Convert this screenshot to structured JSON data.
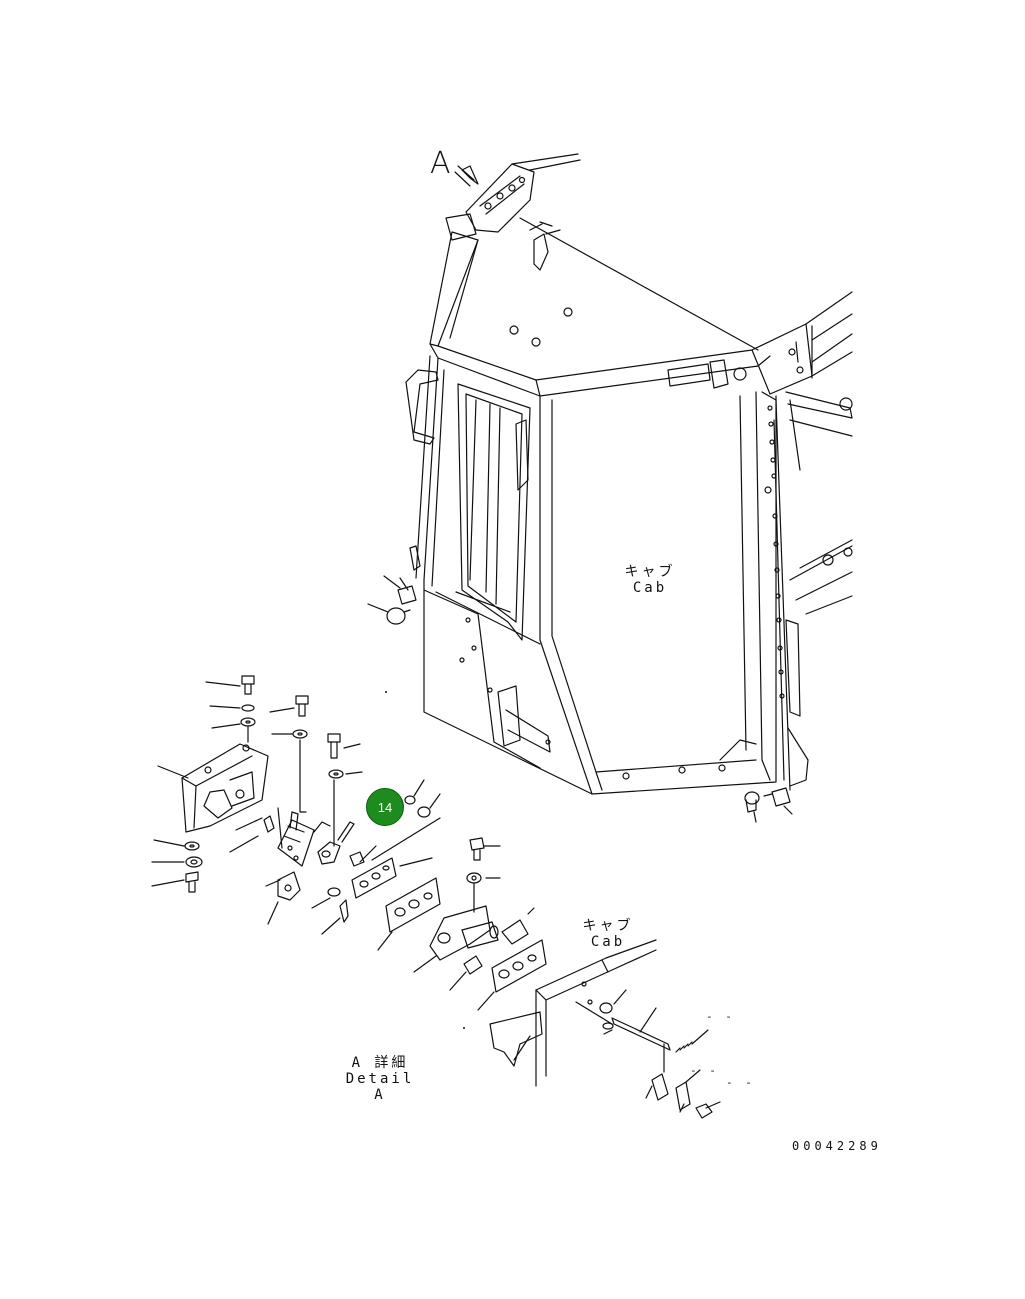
{
  "labels": {
    "view_a": "A",
    "cab_main_jp": "キャブ",
    "cab_main_en": "Cab",
    "cab_detail_jp": "キャブ",
    "cab_detail_en": "Cab",
    "detail_jp": "A 詳細",
    "detail_en": "Detail A",
    "doc_number": "00042289"
  },
  "callouts": [
    {
      "number": "14",
      "color": "#1e8b1e"
    }
  ],
  "dashes": [
    "- -",
    "- -",
    "- -"
  ]
}
